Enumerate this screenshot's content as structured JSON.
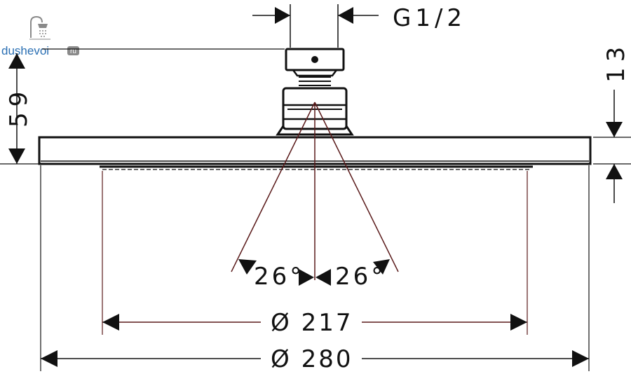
{
  "logo": {
    "name": "dushevoi",
    "tld": "ru",
    "icon": "shower-icon"
  },
  "dimensions": {
    "thread": "G1/2",
    "height_total": "59",
    "head_thickness": "13",
    "angle_left": "26°",
    "angle_right": "26°",
    "spray_diameter": "Ø 217",
    "head_diameter": "Ø 280"
  },
  "colors": {
    "line": "#111111",
    "dimension_line": "#5a1a1a",
    "logo_gray": "#8a8a8a",
    "logo_blue": "#2a6fb3"
  }
}
